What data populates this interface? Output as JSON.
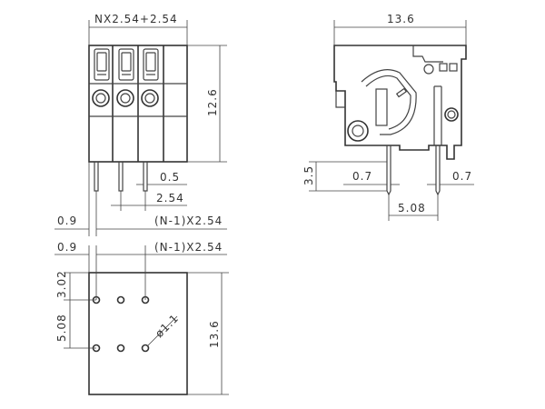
{
  "dimensions": {
    "pitch_total": "NX2.54+2.54",
    "height_front": "12.6",
    "pin_width": "0.5",
    "pin_pitch": "2.54",
    "offset_1": "0.9",
    "pitch_n_1": "(N-1)X2.54",
    "width_side": "13.6",
    "pin_len": "3.5",
    "pin_w_left": "0.7",
    "pin_w_right": "0.7",
    "pin_spacing": "5.08",
    "offset_2": "0.9",
    "pitch_n_1_b": "(N-1)X2.54",
    "row_offset": "3.02",
    "row_pitch": "5.08",
    "hole_dia": "ø1.1",
    "depth_bottom": "13.6"
  }
}
